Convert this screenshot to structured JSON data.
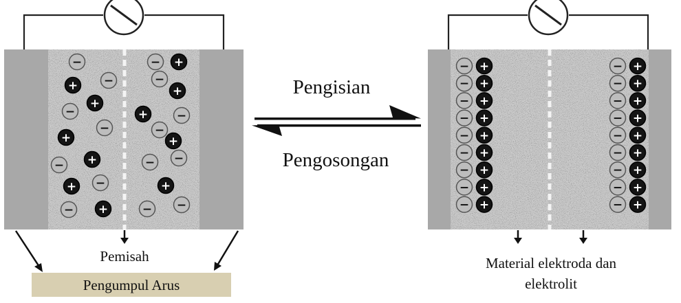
{
  "labels": {
    "charging": "Pengisian",
    "discharging": "Pengosongan",
    "separator": "Pemisah",
    "current_collector": "Pengumpul Arus",
    "electrode_material_line1": "Material elektroda dan",
    "electrode_material_line2": "elektrolit"
  },
  "ion_symbols": {
    "negative": "−",
    "positive": "+"
  },
  "colors": {
    "collector_plate": "#a8a8a8",
    "electrode_region": "#c9c9c9",
    "negative_ion_fill": "#bdbdbd",
    "positive_ion_fill": "#141414",
    "collector_box": "#d8cfb1",
    "wire": "#222222"
  },
  "icons": [
    "voltmeter-icon",
    "forward-arrow-icon",
    "reverse-arrow-icon"
  ]
}
